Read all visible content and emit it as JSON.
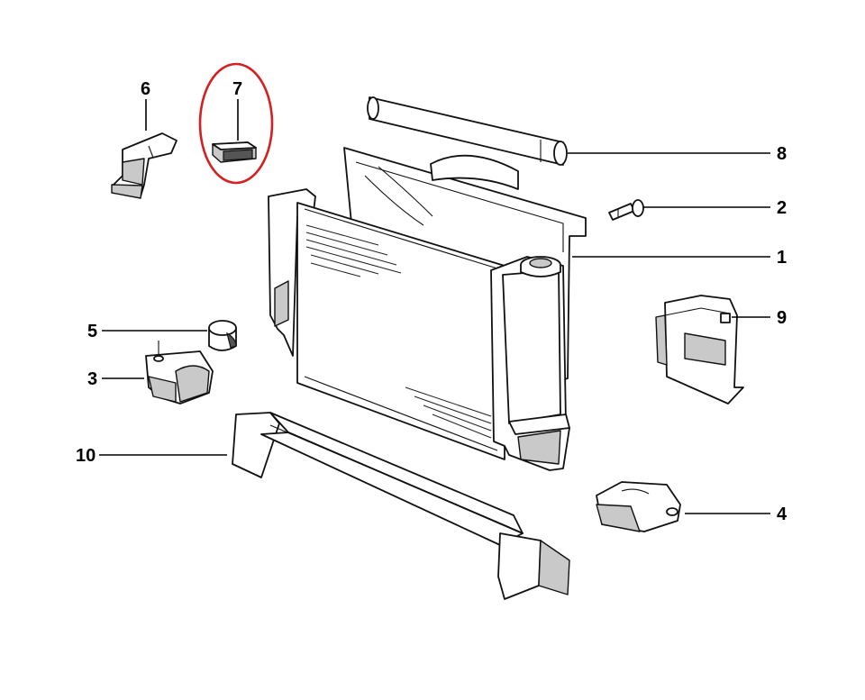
{
  "diagram": {
    "callouts": [
      {
        "id": "c1",
        "label": "1"
      },
      {
        "id": "c2",
        "label": "2"
      },
      {
        "id": "c3",
        "label": "3"
      },
      {
        "id": "c4",
        "label": "4"
      },
      {
        "id": "c5",
        "label": "5"
      },
      {
        "id": "c6",
        "label": "6"
      },
      {
        "id": "c7",
        "label": "7"
      },
      {
        "id": "c8",
        "label": "8"
      },
      {
        "id": "c9",
        "label": "9"
      },
      {
        "id": "c10",
        "label": "10"
      }
    ],
    "highlight": {
      "callout": "7",
      "color": "#d42020"
    }
  }
}
